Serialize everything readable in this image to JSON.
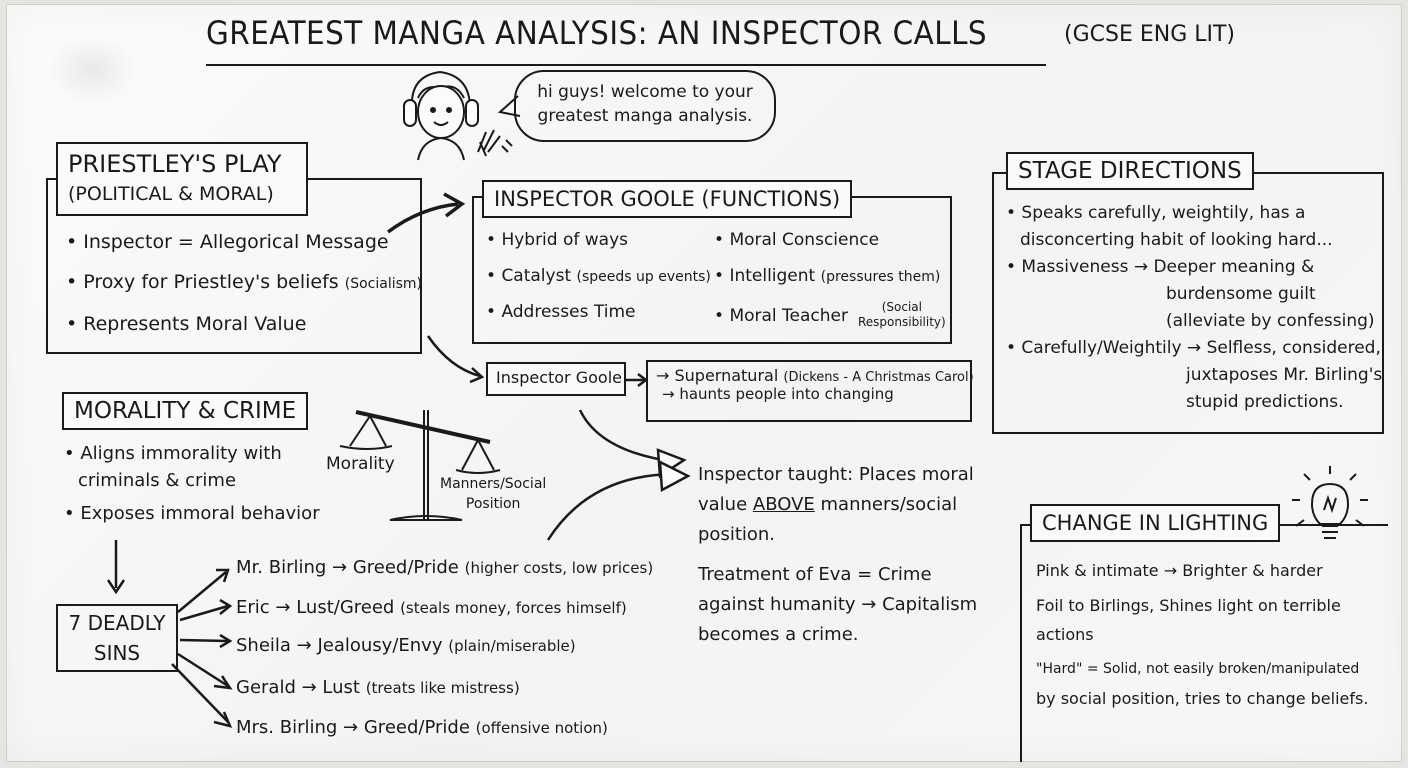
{
  "title": {
    "main": "GREATEST MANGA ANALYSIS: AN INSPECTOR CALLS",
    "sub": "(GCSE ENG LIT)"
  },
  "speech_bubble": {
    "line1": "hi guys! welcome to your",
    "line2": "greatest manga analysis."
  },
  "priestleys_play": {
    "heading_line1": "PRIESTLEY'S PLAY",
    "heading_line2": "(POLITICAL & MORAL)",
    "items": [
      {
        "text": "Inspector = Allegorical Message",
        "note": ""
      },
      {
        "text": "Proxy for Priestley's beliefs",
        "note": "(Socialism)"
      },
      {
        "text": "Represents Moral Value",
        "note": ""
      }
    ]
  },
  "inspector_functions": {
    "heading": "INSPECTOR GOOLE (FUNCTIONS)",
    "left_items": [
      {
        "text": "Hybrid of ways",
        "note": ""
      },
      {
        "text": "Catalyst",
        "note": "(speeds up events)"
      },
      {
        "text": "Addresses Time",
        "note": ""
      }
    ],
    "right_items": [
      {
        "text": "Moral Conscience",
        "note": ""
      },
      {
        "text": "Intelligent",
        "note": "(pressures them)"
      },
      {
        "text": "Moral Teacher",
        "note": "(Social",
        "note2": "Responsibility)"
      }
    ]
  },
  "supernatural": {
    "label": "Inspector Goole",
    "line1": "→ Supernatural",
    "line1_note": "(Dickens - A Christmas Carol)",
    "line2": "→ haunts people into changing"
  },
  "stage_directions": {
    "heading": "STAGE DIRECTIONS",
    "p1_line1": "• Speaks carefully, weightily, has a",
    "p1_line2": "disconcerting habit of looking hard...",
    "p2_line1": "• Massiveness → Deeper meaning &",
    "p2_line2": "burdensome guilt",
    "p2_line3": "(alleviate by confessing)",
    "p3_line1": "• Carefully/Weightily → Selfless, considered,",
    "p3_line2": "juxtaposes Mr. Birling's",
    "p3_line3": "stupid predictions."
  },
  "morality_crime": {
    "heading": "MORALITY & CRIME",
    "b1_line1": "• Aligns immorality with",
    "b1_line2": "criminals & crime",
    "b2": "• Exposes immoral behavior"
  },
  "scale": {
    "left_label": "Morality",
    "right_label_line1": "Manners/Social",
    "right_label_line2": "Position"
  },
  "inspector_taught": {
    "line1": "Inspector taught: Places moral",
    "line2_pre": "value ",
    "line2_emph": "ABOVE",
    "line2_post": " manners/social",
    "line3": "position.",
    "line4": "Treatment of Eva = Crime",
    "line5": "against humanity → Capitalism",
    "line6": "becomes a crime."
  },
  "deadly_sins": {
    "label_line1": "7 DEADLY",
    "label_line2": "SINS",
    "items": [
      {
        "text": "Mr. Birling → Greed/Pride",
        "note": "(higher costs, low prices)"
      },
      {
        "text": "Eric → Lust/Greed",
        "note": "(steals money, forces himself)"
      },
      {
        "text": "Sheila → Jealousy/Envy",
        "note": "(plain/miserable)"
      },
      {
        "text": "Gerald → Lust",
        "note": "(treats like mistress)"
      },
      {
        "text": "Mrs. Birling → Greed/Pride",
        "note": "(offensive notion)"
      }
    ]
  },
  "lighting": {
    "heading": "CHANGE IN LIGHTING",
    "l1": "Pink & intimate → Brighter & harder",
    "l2": "Foil to Birlings, Shines light on terrible",
    "l3": "actions",
    "l4": "\"Hard\" = Solid, not easily broken/manipulated",
    "l5": "by social position, tries to change beliefs."
  }
}
